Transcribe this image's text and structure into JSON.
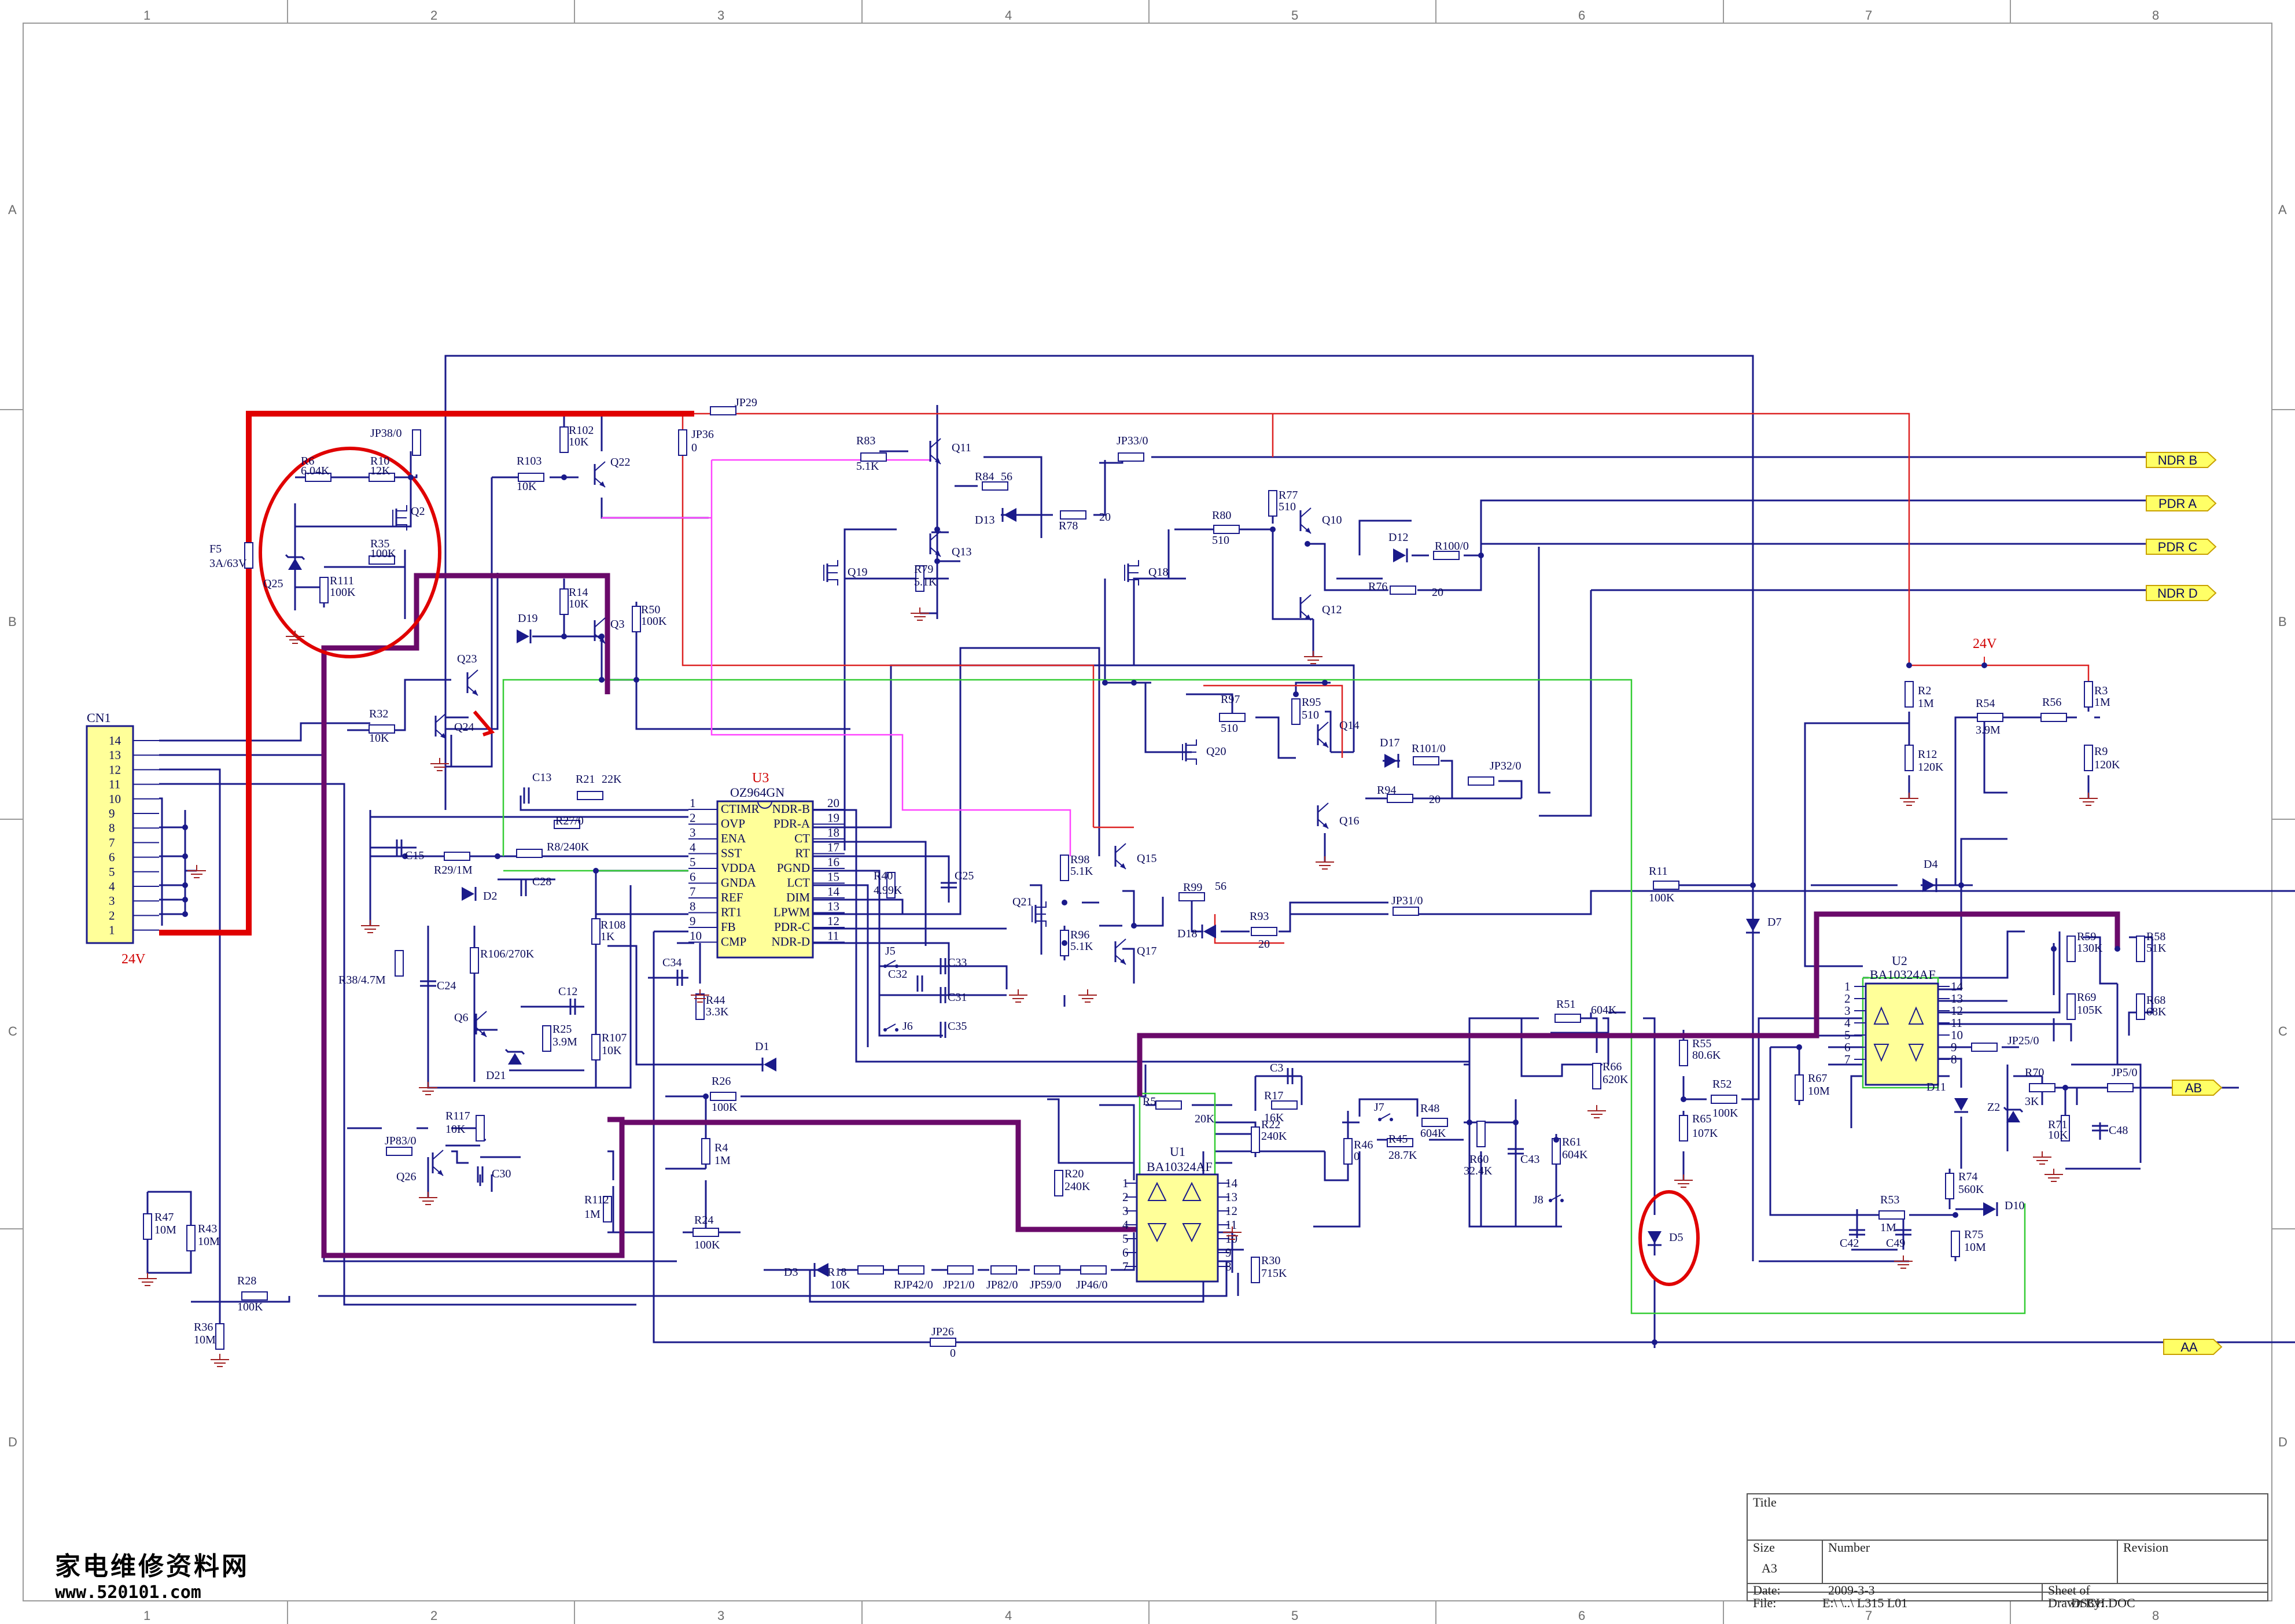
{
  "frame": {
    "columns": [
      "1",
      "2",
      "3",
      "4",
      "5",
      "6",
      "7",
      "8"
    ],
    "rows": [
      "A",
      "B",
      "C",
      "D"
    ]
  },
  "ic_u3": {
    "ref": "U3",
    "part": "OZ964GN",
    "left_pin_numbers": [
      "1",
      "2",
      "3",
      "4",
      "5",
      "6",
      "7",
      "8",
      "9",
      "10"
    ],
    "left_pins": [
      "CTIMR",
      "OVP",
      "ENA",
      "SST",
      "VDDA",
      "GNDA",
      "REF",
      "RT1",
      "FB",
      "CMP"
    ],
    "right_pin_numbers": [
      "20",
      "19",
      "18",
      "17",
      "16",
      "15",
      "14",
      "13",
      "12",
      "11"
    ],
    "right_pins": [
      "NDR-B",
      "PDR-A",
      "CT",
      "RT",
      "PGND",
      "LCT",
      "DIM",
      "LPWM",
      "PDR-C",
      "NDR-D"
    ]
  },
  "ic_u1": {
    "ref": "U1",
    "part": "BA10324AF",
    "left_pin_numbers": [
      "1",
      "2",
      "3",
      "4",
      "5",
      "6",
      "7"
    ],
    "right_pin_numbers": [
      "14",
      "13",
      "12",
      "11",
      "10",
      "9",
      "8"
    ]
  },
  "ic_u2": {
    "ref": "U2",
    "part": "BA10324AF",
    "left_pin_numbers": [
      "1",
      "2",
      "3",
      "4",
      "5",
      "6",
      "7"
    ],
    "right_pin_numbers": [
      "14",
      "13",
      "12",
      "11",
      "10",
      "9",
      "8"
    ]
  },
  "connector": {
    "ref": "CN1",
    "pins": [
      "14",
      "13",
      "12",
      "11",
      "10",
      "9",
      "8",
      "7",
      "6",
      "5",
      "4",
      "3",
      "2",
      "1"
    ],
    "supply_label": "24V"
  },
  "ports": [
    {
      "name": "NDR  B"
    },
    {
      "name": "PDR  A"
    },
    {
      "name": "PDR  C"
    },
    {
      "name": "NDR  D"
    },
    {
      "name": "AB"
    },
    {
      "name": "AA"
    }
  ],
  "supply_24v": "24V",
  "components": {
    "F5": [
      "F5",
      "3A/63V"
    ],
    "R6": [
      "R6",
      "6.04K"
    ],
    "R10": [
      "R10",
      "12K"
    ],
    "JP38": [
      "JP38/0"
    ],
    "Q2": [
      "Q2"
    ],
    "R35": [
      "R35",
      "100K"
    ],
    "R111": [
      "R111",
      "100K"
    ],
    "Q25": [
      "Q25"
    ],
    "R103": [
      "R103",
      "10K"
    ],
    "R102": [
      "R102",
      "10K"
    ],
    "Q22": [
      "Q22"
    ],
    "R14": [
      "R14",
      "10K"
    ],
    "Q3": [
      "Q3"
    ],
    "R50": [
      "R50",
      "100K"
    ],
    "D19": [
      "D19"
    ],
    "Q23": [
      "Q23"
    ],
    "R32": [
      "R32",
      "10K"
    ],
    "Q24": [
      "Q24"
    ],
    "JP36": [
      "JP36",
      "0"
    ],
    "JP29": [
      "JP29"
    ],
    "R83": [
      "R83",
      "5.1K"
    ],
    "Q11": [
      "Q11"
    ],
    "R84": [
      "R84",
      "56"
    ],
    "D13": [
      "D13"
    ],
    "R78": [
      "R78",
      "20"
    ],
    "JP33": [
      "JP33/0"
    ],
    "Q13": [
      "Q13"
    ],
    "R79": [
      "R79",
      "5.1K"
    ],
    "Q19": [
      "Q19"
    ],
    "Q18": [
      "Q18"
    ],
    "R77": [
      "R77",
      "510"
    ],
    "R80": [
      "R80",
      "510"
    ],
    "Q10": [
      "Q10"
    ],
    "Q12": [
      "Q12"
    ],
    "D12": [
      "D12"
    ],
    "R100": [
      "R100/0"
    ],
    "R76": [
      "R76",
      "20"
    ],
    "R97": [
      "R97",
      "510"
    ],
    "R95": [
      "R95",
      "510"
    ],
    "Q14": [
      "Q14"
    ],
    "Q16": [
      "Q16"
    ],
    "Q20": [
      "Q20"
    ],
    "D17": [
      "D17"
    ],
    "R101": [
      "R101/0"
    ],
    "R94": [
      "R94",
      "20"
    ],
    "JP32": [
      "JP32/0"
    ],
    "C13": [
      "C13"
    ],
    "R21": [
      "R21",
      "22K"
    ],
    "R27": [
      "R27/0"
    ],
    "C15": [
      "C15"
    ],
    "R29": [
      "R29/1M"
    ],
    "R8": [
      "R8/240K"
    ],
    "D2": [
      "D2"
    ],
    "C28": [
      "C28"
    ],
    "R108": [
      "R108",
      "1K"
    ],
    "R38": [
      "R38/4.7M"
    ],
    "C24": [
      "C24"
    ],
    "R106": [
      "R106/270K"
    ],
    "Q6": [
      "Q6"
    ],
    "C12": [
      "C12"
    ],
    "R25": [
      "R25",
      "3.9M"
    ],
    "R107": [
      "R107",
      "10K"
    ],
    "D21": [
      "D21"
    ],
    "C34": [
      "C34"
    ],
    "R44": [
      "R44",
      "3.3K"
    ],
    "R40": [
      "R40",
      "4.99K"
    ],
    "C25": [
      "C25"
    ],
    "J5": [
      "J5"
    ],
    "C32": [
      "C32"
    ],
    "C33": [
      "C33"
    ],
    "C31": [
      "C31"
    ],
    "J6": [
      "J6"
    ],
    "C35": [
      "C35"
    ],
    "Q21": [
      "Q21"
    ],
    "R98": [
      "R98",
      "5.1K"
    ],
    "Q15": [
      "Q15"
    ],
    "R96": [
      "R96",
      "5.1K"
    ],
    "Q17": [
      "Q17"
    ],
    "R99": [
      "R99",
      "56"
    ],
    "D18": [
      "D18"
    ],
    "R93": [
      "R93",
      "20"
    ],
    "JP31": [
      "JP31/0"
    ],
    "D1": [
      "D1"
    ],
    "R26": [
      "R26",
      "100K"
    ],
    "R4": [
      "R4",
      "1M"
    ],
    "R117": [
      "R117",
      "10K"
    ],
    "JP83": [
      "JP83/0"
    ],
    "Q26": [
      "Q26"
    ],
    "C30": [
      "C30"
    ],
    "R112": [
      "R112",
      "1M"
    ],
    "R24": [
      "R24",
      "100K"
    ],
    "D3": [
      "D3"
    ],
    "R18": [
      "R18",
      "10K"
    ],
    "RJP42": [
      "RJP42/0"
    ],
    "JP21": [
      "JP21/0"
    ],
    "JP82": [
      "JP82/0"
    ],
    "JP59": [
      "JP59/0"
    ],
    "JP46": [
      "JP46/0"
    ],
    "R47": [
      "R47",
      "10M"
    ],
    "R43": [
      "R43",
      "10M"
    ],
    "R36": [
      "R36",
      "10M"
    ],
    "R28": [
      "R28",
      "100K"
    ],
    "JP26": [
      "JP26",
      "0"
    ],
    "R5": [
      "R5",
      "20K"
    ],
    "R20": [
      "R20",
      "240K"
    ],
    "C3": [
      "C3"
    ],
    "R17": [
      "R17",
      "16K"
    ],
    "R22": [
      "R22",
      "240K"
    ],
    "R30": [
      "R30",
      "715K"
    ],
    "J7": [
      "J7"
    ],
    "R48": [
      "R48",
      "604K"
    ],
    "R46": [
      "R46",
      "0"
    ],
    "R45": [
      "R45",
      "28.7K"
    ],
    "R60": [
      "R60",
      "32.4K"
    ],
    "C43": [
      "C43"
    ],
    "R61": [
      "R61",
      "604K"
    ],
    "J8": [
      "J8"
    ],
    "R51": [
      "R51",
      "604K"
    ],
    "R66": [
      "R66",
      "620K"
    ],
    "R11": [
      "R11",
      "100K"
    ],
    "D7": [
      "D7"
    ],
    "D4": [
      "D4"
    ],
    "D5": [
      "D5"
    ],
    "R2": [
      "R2",
      "1M"
    ],
    "R12": [
      "R12",
      "120K"
    ],
    "R54": [
      "R54",
      "3.9M"
    ],
    "R56": [
      "R56"
    ],
    "R3": [
      "R3",
      "1M"
    ],
    "R9": [
      "R9",
      "120K"
    ],
    "R59": [
      "R59",
      "130K"
    ],
    "R58": [
      "R58",
      "51K"
    ],
    "R69": [
      "R69",
      "105K"
    ],
    "R68": [
      "R68",
      "68K"
    ],
    "R55": [
      "R55",
      "80.6K"
    ],
    "R52": [
      "R52",
      "100K"
    ],
    "R65": [
      "R65",
      "107K"
    ],
    "R67": [
      "R67",
      "10M"
    ],
    "JP25": [
      "JP25/0"
    ],
    "D11": [
      "D11"
    ],
    "Z2": [
      "Z2"
    ],
    "R70": [
      "R70",
      "3K"
    ],
    "JP5": [
      "JP5/0"
    ],
    "R71": [
      "R71",
      "10K"
    ],
    "C48": [
      "C48"
    ],
    "R74": [
      "R74",
      "560K"
    ],
    "D10": [
      "D10"
    ],
    "R53": [
      "R53",
      "1M"
    ],
    "R75": [
      "R75",
      "10M"
    ],
    "C42": [
      "C42"
    ],
    "C49": [
      "C49"
    ]
  },
  "title_block": {
    "title_label": "Title",
    "size_label": "Size",
    "size_value": "A3",
    "number_label": "Number",
    "revision_label": "Revision",
    "date_label": "Date:",
    "date_value": "2009-3-3",
    "file_label": "File:",
    "file_value": "E:\\        \\..\\       L315   L01",
    "sheet_label": "Sheet    of",
    "drawn_label": "Drawn By:",
    "doc_label": "DSCH.DOC"
  },
  "watermark": {
    "cn": "家电维修资料网",
    "url": "www.520101.com"
  },
  "colors": {
    "wire": "#1a1a8a",
    "red_highlight": "#e00000",
    "purple_highlight": "#6a0a6a",
    "green_net": "#33cc33",
    "magenta_net": "#ff44ff",
    "red_net": "#dd2222",
    "port_fill": "#ffff66"
  }
}
